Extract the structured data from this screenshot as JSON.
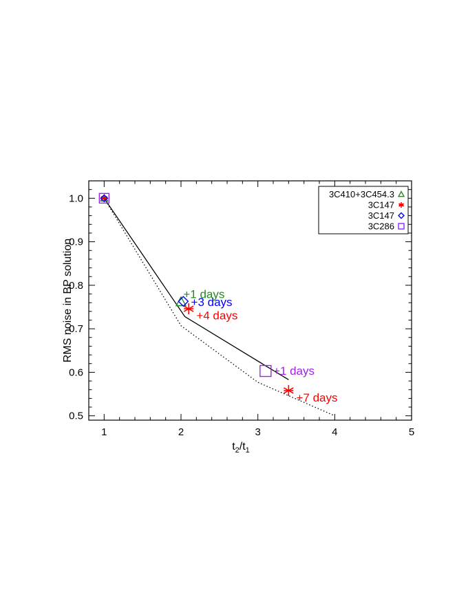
{
  "chart_data": {
    "type": "scatter",
    "title": "",
    "xlabel": "t2/t1",
    "xlabel_main": "t",
    "xlabel_sub1": "2",
    "xlabel_slash": "/t",
    "xlabel_sub2": "1",
    "ylabel": "RMS noise in BP solution",
    "xlim": [
      0.8,
      5.0
    ],
    "ylim": [
      0.49,
      1.04
    ],
    "xticks": [
      1,
      2,
      3,
      4,
      5
    ],
    "xtick_labels": [
      "1",
      "2",
      "3",
      "4",
      "5"
    ],
    "yticks": [
      0.5,
      0.6,
      0.7,
      0.8,
      0.9,
      1.0
    ],
    "ytick_labels": [
      "0.5",
      "0.6",
      "0.7",
      "0.8",
      "0.9",
      "1.0"
    ],
    "grid": false,
    "legend_position": "top-right",
    "series": [
      {
        "name": "3C410+3C454.3",
        "marker": "triangle",
        "color": "#228B22",
        "points": [
          [
            1.0,
            1.0
          ],
          [
            2.0,
            0.762
          ]
        ]
      },
      {
        "name": "3C147",
        "marker": "asterisk",
        "color": "#FF0000",
        "points": [
          [
            1.0,
            1.0
          ],
          [
            2.1,
            0.746
          ],
          [
            3.4,
            0.558
          ]
        ]
      },
      {
        "name": "3C147",
        "marker": "diamond",
        "color": "#0000FF",
        "points": [
          [
            1.0,
            1.0
          ],
          [
            2.03,
            0.763
          ]
        ]
      },
      {
        "name": "3C286",
        "marker": "square",
        "color": "#A020F0",
        "points": [
          [
            1.0,
            1.0
          ],
          [
            3.1,
            0.603
          ]
        ]
      }
    ],
    "lines": [
      {
        "style": "solid",
        "color": "#000000",
        "points": [
          [
            1.0,
            1.0
          ],
          [
            2.05,
            0.728
          ],
          [
            3.1,
            0.615
          ],
          [
            3.4,
            0.583
          ]
        ]
      },
      {
        "style": "dotted",
        "color": "#000000",
        "points": [
          [
            1.0,
            1.0
          ],
          [
            2.0,
            0.707
          ],
          [
            3.0,
            0.577
          ],
          [
            4.0,
            0.5
          ]
        ]
      }
    ],
    "annotations": [
      {
        "text": "+1 days",
        "color": "#228B22",
        "x": 2.03,
        "y": 0.78
      },
      {
        "text": "+3 days",
        "color": "#0000FF",
        "x": 2.13,
        "y": 0.762
      },
      {
        "text": "+4 days",
        "color": "#FF0000",
        "x": 2.2,
        "y": 0.731
      },
      {
        "text": "+1 days",
        "color": "#A020F0",
        "x": 3.2,
        "y": 0.604
      },
      {
        "text": "+7 days",
        "color": "#FF0000",
        "x": 3.5,
        "y": 0.542
      }
    ]
  }
}
